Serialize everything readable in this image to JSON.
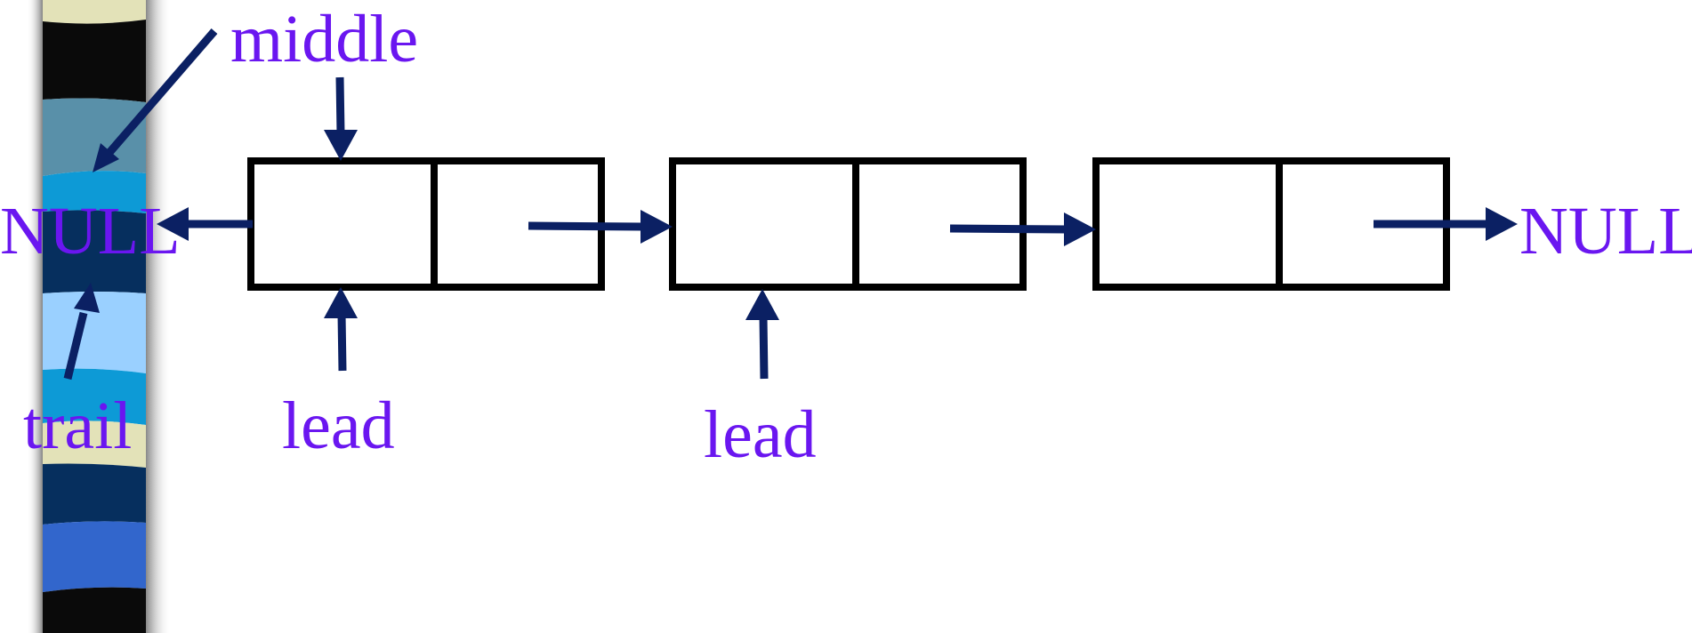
{
  "colors": {
    "label": "#6a16f0",
    "arrow": "#0b2063",
    "box_stroke": "#000000",
    "stripe_cream": "#e3e2b8",
    "stripe_black": "#0a0a0a",
    "stripe_teal": "#5990a9",
    "stripe_cyan": "#0d9ad6",
    "stripe_navy": "#062f5e",
    "stripe_light_blue": "#9ad0ff",
    "stripe_blue": "#3266cc",
    "shadow": "#8a8a8a"
  },
  "labels": {
    "middle": "middle",
    "null_left": "NULL",
    "null_right": "NULL",
    "trail": "trail",
    "lead_1": "lead",
    "lead_2": "lead"
  },
  "nodes": [
    {
      "fields": 2
    },
    {
      "fields": 2
    },
    {
      "fields": 2
    }
  ]
}
